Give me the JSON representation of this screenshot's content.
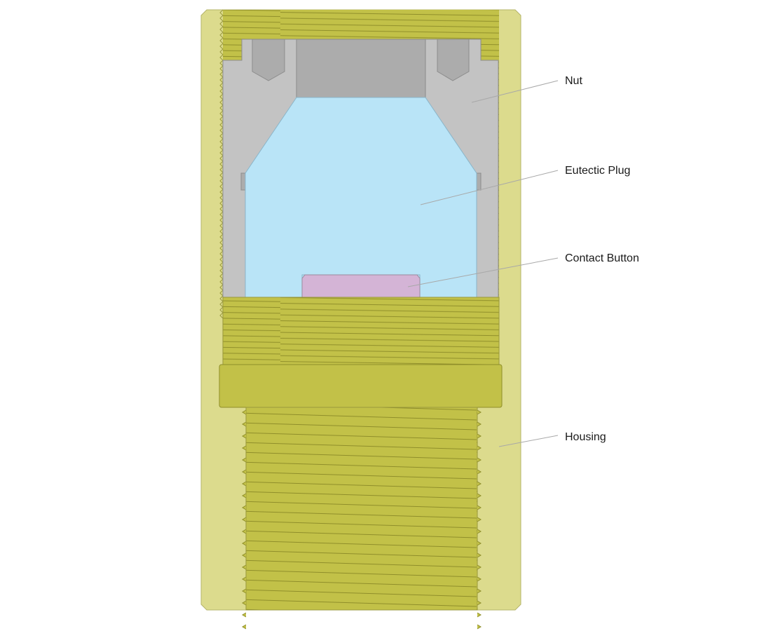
{
  "diagram": {
    "type": "cross-section",
    "parts": [
      {
        "id": "nut",
        "label": "Nut",
        "color": "#c3c3c3"
      },
      {
        "id": "eutectic-plug",
        "label": "Eutectic Plug",
        "color": "#b9e4f7"
      },
      {
        "id": "contact-button",
        "label": "Contact Button",
        "color": "#d4b4d6"
      },
      {
        "id": "housing",
        "label": "Housing",
        "color": "#dcdb8d"
      }
    ],
    "colors": {
      "housing_outer": "#dcdb8d",
      "threaded_body": "#c2c148",
      "thread_line": "#8f8e2a",
      "nut": "#c3c3c3",
      "nut_dark": "#acacac",
      "nut_outline": "#8c8c8c",
      "plug": "#b9e4f7",
      "button": "#d4b4d6",
      "leader_line": "#a8a8a8",
      "label_text": "#1a1a1a"
    },
    "labels": {
      "nut": "Nut",
      "eutectic_plug": "Eutectic Plug",
      "contact_button": "Contact Button",
      "housing": "Housing"
    }
  }
}
